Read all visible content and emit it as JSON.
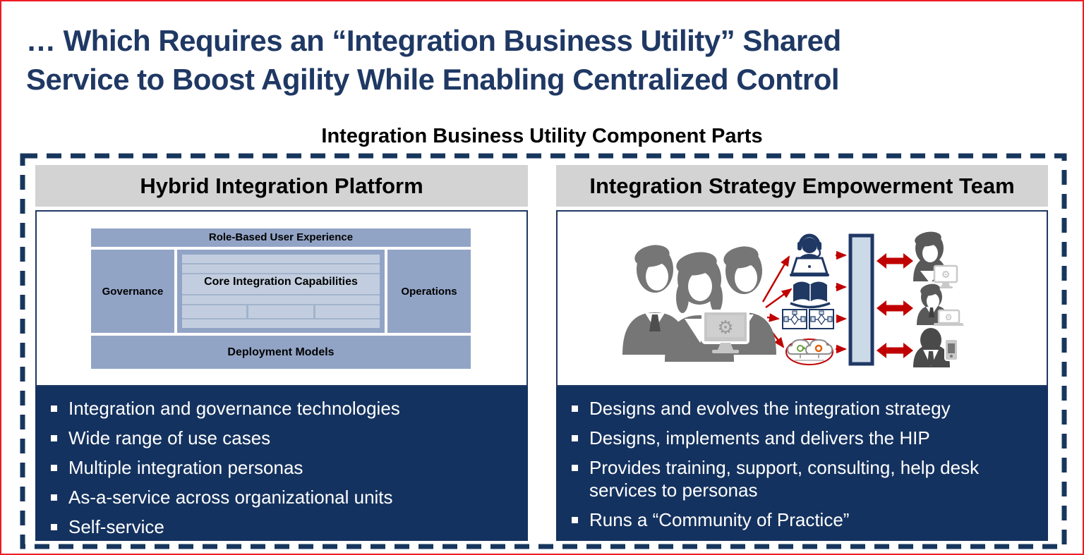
{
  "slide": {
    "title_lines": [
      "… Which Requires an “Integration Business Utility” Shared",
      "Service to Boost Agility While Enabling Centralized Control"
    ],
    "subtitle": "Integration Business Utility Component Parts"
  },
  "left_panel": {
    "header": "Hybrid Integration Platform",
    "diagram": {
      "top_bar": "Role-Based User Experience",
      "left_box": "Governance",
      "center_box": "Core Integration Capabilities",
      "right_box": "Operations",
      "bottom_bar": "Deployment Models"
    },
    "bullets": [
      "Integration and governance technologies",
      "Wide range of use cases",
      "Multiple integration personas",
      "As-a-service across organizational units",
      "Self-service"
    ]
  },
  "right_panel": {
    "header": "Integration Strategy Empowerment Team",
    "illustration_icons": [
      "team-silhouettes-icon",
      "monitor-gear-icon",
      "helpdesk-agent-icon",
      "open-book-icon",
      "process-flow-icon",
      "hybrid-clouds-icon",
      "gateway-bar",
      "persona-woman-monitor-icon",
      "persona-man-laptop-icon",
      "persona-man-phone-icon"
    ],
    "bullets": [
      "Designs and evolves the integration strategy",
      "Designs, implements and delivers the HIP",
      "Provides training, support, consulting, help desk services to personas",
      "Runs a “Community of Practice”"
    ]
  },
  "colors": {
    "title_navy": "#1F3864",
    "panel_navy": "#14325F",
    "dashed_border_navy": "#17365D",
    "header_gray": "#D3D3D3",
    "diagram_blue": "#92A4C6",
    "diagram_light_blue": "#C2CEDF",
    "arrow_red": "#C00000",
    "frame_red": "#EE1C25",
    "silhouette_gray": "#767676",
    "persona_gray": "#595959"
  }
}
